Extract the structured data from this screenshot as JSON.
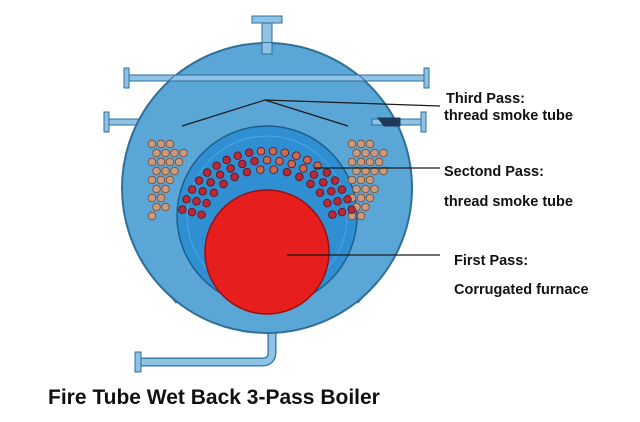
{
  "labels": {
    "third_pass_title": "Third Pass:",
    "third_pass_sub": "thread smoke tube",
    "second_pass_title": "Sectond Pass:",
    "second_pass_sub": "thread smoke tube",
    "first_pass_title": "First Pass:",
    "first_pass_sub": "Corrugated furnace"
  },
  "caption": "Fire Tube Wet Back 3-Pass Boiler",
  "colors": {
    "shell": "#5aa6d6",
    "shell_stroke": "#2f6f98",
    "inner_chamber": "#2f8fd2",
    "pipe": "#8fc3e6",
    "furnace": "#e61e1e",
    "third_pass_tubes": "#c99a7e",
    "second_pass_tubes": "#b82a36",
    "leader": "#1a1a1a"
  },
  "icons": {
    "third_pass_tubes": "tube-bundle-icon",
    "second_pass_tubes": "tube-bundle-icon",
    "furnace": "furnace-icon"
  }
}
